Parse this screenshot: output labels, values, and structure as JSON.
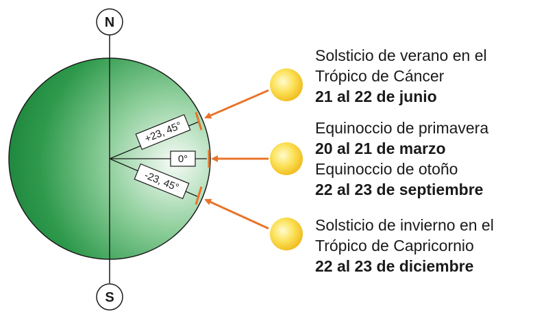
{
  "poles": {
    "north": "N",
    "south": "S"
  },
  "angles": {
    "top": "+23, 45°",
    "middle": "0°",
    "bottom": "-23, 45°"
  },
  "events": [
    {
      "line1": "Solsticio de verano en el",
      "line2": "Trópico de Cáncer",
      "date": "21 al 22 de junio"
    },
    {
      "line1": "Equinoccio de primavera",
      "date1": "20 al 21 de marzo",
      "line2": "Equinoccio de otoño",
      "date2": "22 al 23 de septiembre"
    },
    {
      "line1": "Solsticio de invierno en el",
      "line2": "Trópico de Capricornio",
      "date": "22 al 23 de diciembre"
    }
  ],
  "colors": {
    "globe_dark": "#1f8a3c",
    "globe_light": "#eaf6ec",
    "arrow": "#e8742a",
    "sun": "#f6c91e",
    "sun_light": "#fff7b0"
  }
}
